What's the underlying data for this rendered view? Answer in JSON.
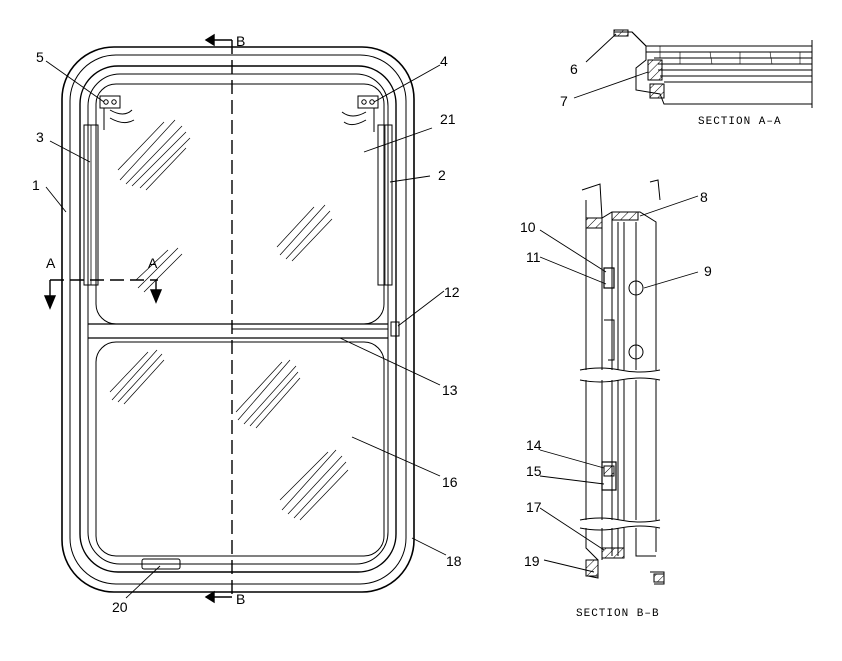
{
  "callouts": {
    "c1": "1",
    "c2": "2",
    "c3": "3",
    "c4": "4",
    "c5": "5",
    "c6": "6",
    "c7": "7",
    "c8": "8",
    "c9": "9",
    "c10": "10",
    "c11": "11",
    "c12": "12",
    "c13": "13",
    "c14": "14",
    "c15": "15",
    "c16": "16",
    "c17": "17",
    "c18": "18",
    "c19": "19",
    "c20": "20",
    "c21": "21"
  },
  "section_markers": {
    "a_left": "A",
    "a_right": "A",
    "b_top": "B",
    "b_bottom": "B"
  },
  "section_titles": {
    "section_aa": "SECTION A–A",
    "section_bb": "SECTION B–B"
  },
  "colors": {
    "ink": "#000000",
    "background": "#ffffff"
  }
}
